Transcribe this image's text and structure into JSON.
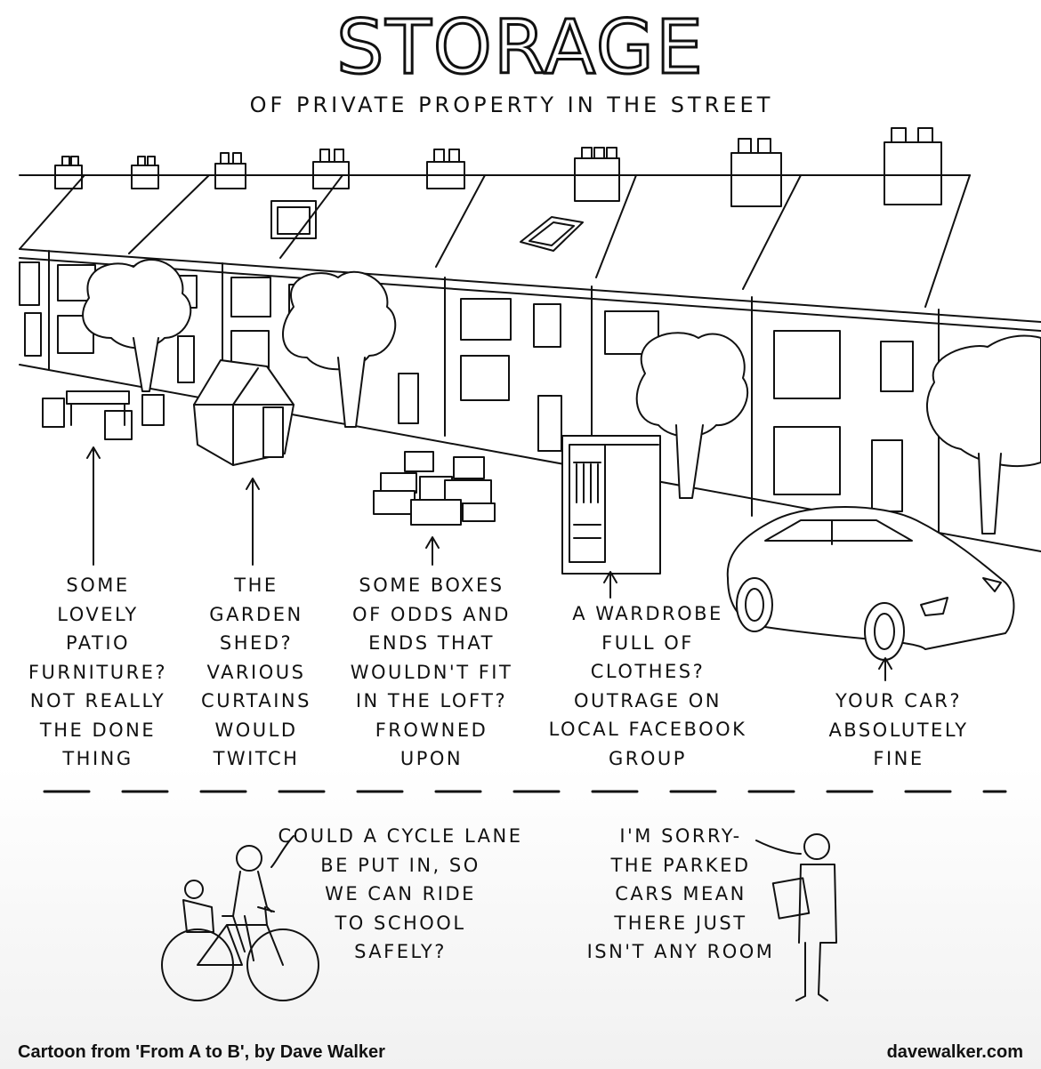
{
  "title": "STORAGE",
  "subtitle": "OF PRIVATE PROPERTY IN THE STREET",
  "captions": {
    "patio": "SOME\nLOVELY\nPATIO\nFURNITURE?\nNOT REALLY\nTHE DONE\nTHING",
    "shed": "THE\nGARDEN\nSHED?\nVARIOUS\nCURTAINS\nWOULD\nTWITCH",
    "boxes": "SOME BOXES\nOF ODDS AND\nENDS THAT\nWOULDN'T FIT\nIN THE LOFT?\nFROWNED\nUPON",
    "wardrobe": "A WARDROBE\nFULL OF\nCLOTHES?\nOUTRAGE ON\nLOCAL FACEBOOK\nGROUP",
    "car": "YOUR CAR?\nABSOLUTELY\nFINE"
  },
  "speech": {
    "cyclist": "COULD A CYCLE LANE\nBE PUT IN, SO\nWE CAN RIDE\nTO SCHOOL\nSAFELY?",
    "official": "I'M SORRY-\nTHE PARKED\nCARS MEAN\nTHERE JUST\nISN'T ANY ROOM"
  },
  "footer": {
    "credit": "Cartoon from 'From A to B', by Dave Walker",
    "site": "davewalker.com"
  },
  "colors": {
    "ink": "#111111",
    "paper": "#ffffff"
  }
}
